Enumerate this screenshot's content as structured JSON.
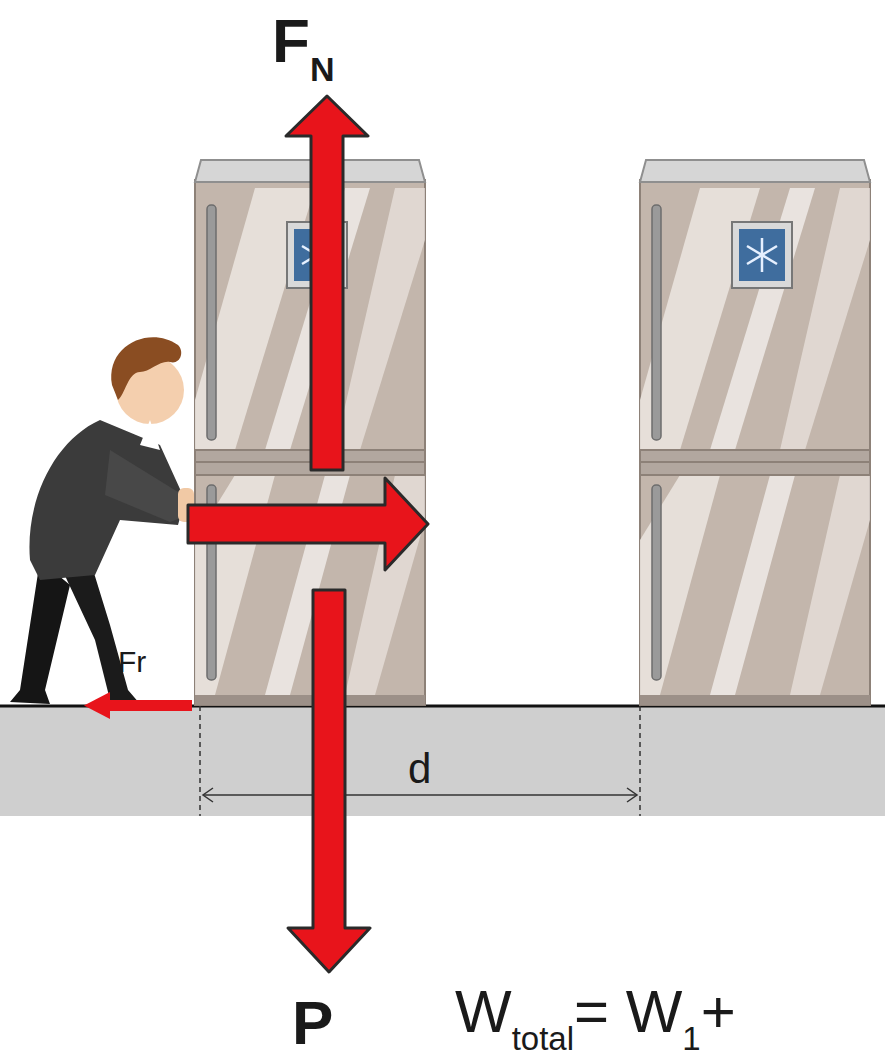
{
  "diagram": {
    "labels": [
      "F",
      "N",
      "Fr",
      "d",
      "P",
      "W",
      "total",
      "= W",
      "1",
      "+"
    ]
  }
}
